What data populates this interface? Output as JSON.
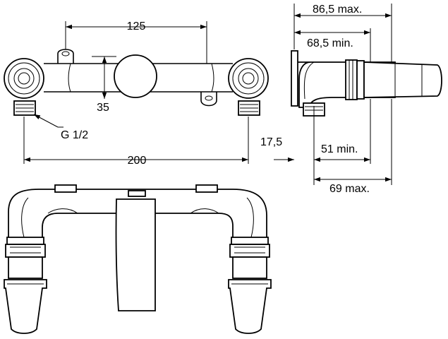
{
  "dimensions": {
    "spacing_top": "125",
    "height": "35",
    "thread": "G 1/2",
    "spacing_bottom": "200",
    "projection_max": "86,5 max.",
    "projection_min": "68,5 min.",
    "offset": "17,5",
    "depth_min": "51 min.",
    "depth_max": "69 max."
  }
}
